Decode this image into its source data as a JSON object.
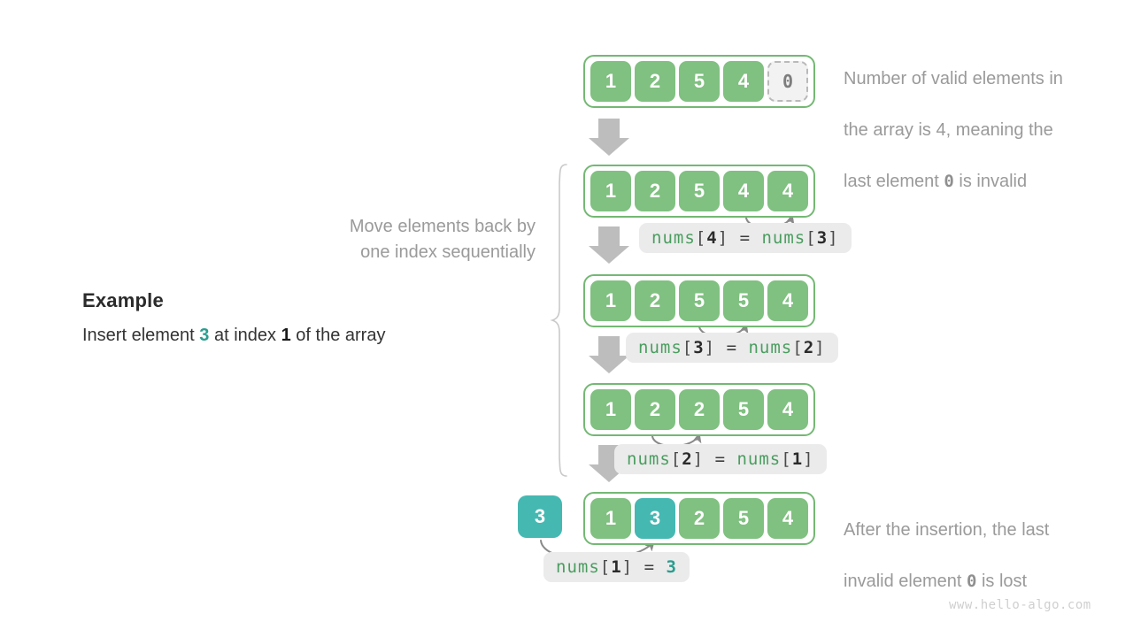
{
  "page": {
    "watermark": "www.hello-algo.com"
  },
  "example": {
    "title": "Example",
    "desc_prefix": "Insert element ",
    "desc_value": "3",
    "desc_middle": " at index ",
    "desc_index": "1",
    "desc_suffix": " of the array"
  },
  "annotations": {
    "top_note_line1": "Number of valid elements in",
    "top_note_line2": "the array is 4, meaning the",
    "top_note_line3a": "last element ",
    "top_note_zero": "0",
    "top_note_line3b": " is invalid",
    "move_note": "Move elements back by\none index sequentially",
    "bottom_note_line1": "After the insertion, the last",
    "bottom_note_line2a": "invalid element ",
    "bottom_note_zero": "0",
    "bottom_note_line2b": " is lost"
  },
  "rows": [
    {
      "id": "row-initial",
      "cells": [
        "1",
        "2",
        "5",
        "4",
        "0"
      ],
      "invalid_index": 4
    },
    {
      "id": "row-shift-4",
      "cells": [
        "1",
        "2",
        "5",
        "4",
        "4"
      ],
      "invalid_index": -1
    },
    {
      "id": "row-shift-3",
      "cells": [
        "1",
        "2",
        "5",
        "5",
        "4"
      ],
      "invalid_index": -1
    },
    {
      "id": "row-shift-2",
      "cells": [
        "1",
        "2",
        "2",
        "5",
        "4"
      ],
      "invalid_index": -1
    },
    {
      "id": "row-final",
      "cells": [
        "1",
        "3",
        "2",
        "5",
        "4"
      ],
      "invalid_index": -1,
      "teal_index": 1
    }
  ],
  "inserted_value": "3",
  "code_labels": [
    {
      "id": "code-nums4",
      "name": "nums",
      "lb": "[",
      "idx": "4",
      "rb": "]",
      "eq": "=",
      "rname": "nums",
      "rlb": "[",
      "ridx": "3",
      "rrb": "]"
    },
    {
      "id": "code-nums3",
      "name": "nums",
      "lb": "[",
      "idx": "3",
      "rb": "]",
      "eq": "=",
      "rname": "nums",
      "rlb": "[",
      "ridx": "2",
      "rrb": "]"
    },
    {
      "id": "code-nums2",
      "name": "nums",
      "lb": "[",
      "idx": "2",
      "rb": "]",
      "eq": "=",
      "rname": "nums",
      "rlb": "[",
      "ridx": "1",
      "rrb": "]"
    },
    {
      "id": "code-nums1",
      "name": "nums",
      "lb": "[",
      "idx": "1",
      "rb": "]",
      "eq": "=",
      "value": "3"
    }
  ],
  "colors": {
    "green_cell": "#80c081",
    "green_border": "#74b874",
    "teal_cell": "#45b8b2",
    "teal_text": "#2a9d8f",
    "gray_arrow": "#bdbdbd",
    "curve_arrow": "#8a8a8a",
    "note_text": "#9a9a9a",
    "code_bg": "#ebebeb",
    "code_name": "#4a9d5f",
    "invalid_fill": "#f2f2f2",
    "invalid_border": "#b9b9b9"
  }
}
